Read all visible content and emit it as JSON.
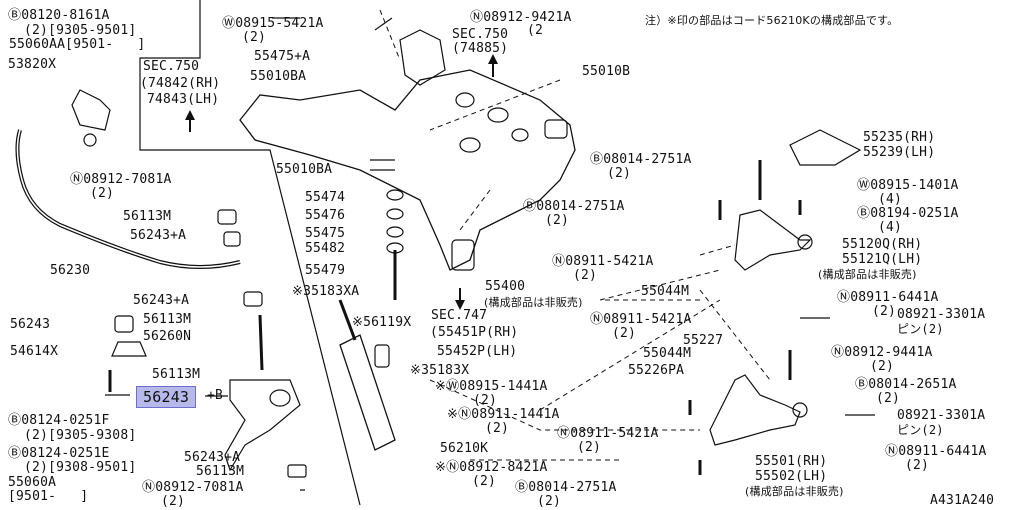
{
  "diagram_id": "A431A240",
  "note": "注）※印の部品はコード56210Kの構成部品です。",
  "highlighted_part": "56243",
  "labels": {
    "l1": "Ⓑ08120-8161A",
    "l2": "(2)[9305-9501]",
    "l3": "55060AA[9501-   ]",
    "l4": "53820X",
    "l5": "SEC.750",
    "l6": "(74842(RH)",
    "l7": "74843(LH)",
    "l8": "Ⓦ08915-5421A",
    "l9": "(2)",
    "l10": "55475+A",
    "l11": "55010BA",
    "l12": "Ⓝ08912-9421A",
    "l13": "(2",
    "l14": "SEC.750",
    "l15": "(74885)",
    "l16": "55010B",
    "l17": "55010BA",
    "l18": "Ⓝ08912-7081A",
    "l19": "(2)",
    "l20": "56113M",
    "l21": "56243+A",
    "l22": "56230",
    "l23": "55474",
    "l24": "55476",
    "l25": "55475",
    "l26": "55482",
    "l27": "55479",
    "l28": "※35183XA",
    "l29": "56243+A",
    "l30": "56113M",
    "l31": "56243",
    "l32": "56260N",
    "l33": "54614X",
    "l34": "56113M",
    "l35": "+B",
    "l36": "Ⓑ08124-0251F",
    "l37": "(2)[9305-9308]",
    "l38": "Ⓑ08124-0251E",
    "l39": "(2)[9308-9501]",
    "l40": "55060A",
    "l41": "[9501-   ]",
    "l42": "56243+A",
    "l43": "56113M",
    "l44": "Ⓝ08912-7081A",
    "l45": "(2)",
    "l46": "※56119X",
    "l47": "SEC.747",
    "l48": "(55451P(RH)",
    "l49": "55452P(LH)",
    "l50": "55400",
    "l51": "(構成部品は非販売)",
    "l52": "※35183X",
    "l53": "※Ⓦ08915-1441A",
    "l54": "(2)",
    "l55": "※Ⓝ08911-1441A",
    "l56": "(2)",
    "l57": "56210K",
    "l58": "※Ⓝ08912-8421A",
    "l59": "(2)",
    "l60": "Ⓑ08014-2751A",
    "l61": "(2)",
    "l62": "Ⓑ08014-2751A",
    "l63": "(2)",
    "l64": "Ⓑ08014-2751A",
    "l65": "(2)",
    "l66": "Ⓝ08911-5421A",
    "l67": "(2)",
    "l68": "55044M",
    "l69": "Ⓝ08911-5421A",
    "l70": "(2)",
    "l71": "55227",
    "l72": "55044M",
    "l73": "55226PA",
    "l74": "Ⓝ08911-5421A",
    "l75": "(2)",
    "l76": "55235(RH)",
    "l77": "55239(LH)",
    "l78": "Ⓦ08915-1401A",
    "l79": "(4)",
    "l80": "Ⓑ08194-0251A",
    "l81": "(4)",
    "l82": "55120Q(RH)",
    "l83": "55121Q(LH)",
    "l84": "(構成部品は非販売)",
    "l85": "Ⓝ08911-6441A",
    "l86": "(2)",
    "l87": "08921-3301A",
    "l88": "ピン(2)",
    "l89": "Ⓝ08912-9441A",
    "l90": "(2)",
    "l91": "Ⓑ08014-2651A",
    "l92": "(2)",
    "l93": "08921-3301A",
    "l94": "ピン(2)",
    "l95": "Ⓝ08911-6441A",
    "l96": "(2)",
    "l97": "55501(RH)",
    "l98": "55502(LH)",
    "l99": "(構成部品は非販売)"
  }
}
